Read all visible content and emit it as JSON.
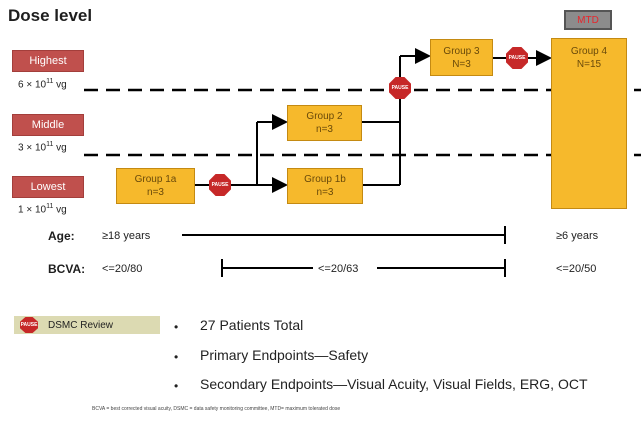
{
  "title": "Dose level",
  "doses": [
    {
      "label": "Highest",
      "mantissa": "6 × 10",
      "exp": "11",
      "unit": " vg"
    },
    {
      "label": "Middle",
      "mantissa": "3 × 10",
      "exp": "11",
      "unit": " vg"
    },
    {
      "label": "Lowest",
      "mantissa": "1 × 10",
      "exp": "11",
      "unit": " vg"
    }
  ],
  "groups": {
    "g1a": {
      "name": "Group 1a",
      "n": "n=3"
    },
    "g1b": {
      "name": "Group 1b",
      "n": "n=3"
    },
    "g2": {
      "name": "Group 2",
      "n": "n=3"
    },
    "g3": {
      "name": "Group 3",
      "n": "N=3"
    },
    "g4": {
      "name": "Group 4",
      "n": "N=15"
    }
  },
  "pause_label": "PAUSE",
  "mtd_label": "MTD",
  "age": {
    "label": "Age:",
    "left": "≥18 years",
    "right": "≥6 years"
  },
  "bcva": {
    "label": "BCVA:",
    "left": "<=20/80",
    "middle": "<=20/63",
    "right": "<=20/50"
  },
  "legend_label": "DSMC Review",
  "bullets": [
    "27 Patients Total",
    "Primary Endpoints—Safety",
    "Secondary Endpoints—Visual Acuity, Visual Fields, ERG, OCT"
  ],
  "footnote": "BCVA = best corrected visual acuity, DSMC = data safety monitoring committee, MTD= maximum tolerated dose",
  "colors": {
    "group": "#f6b92c",
    "dose": "#c0504d",
    "pause": "#c62828",
    "mtd": "#8c8c8c",
    "legend": "#dcdab2"
  }
}
